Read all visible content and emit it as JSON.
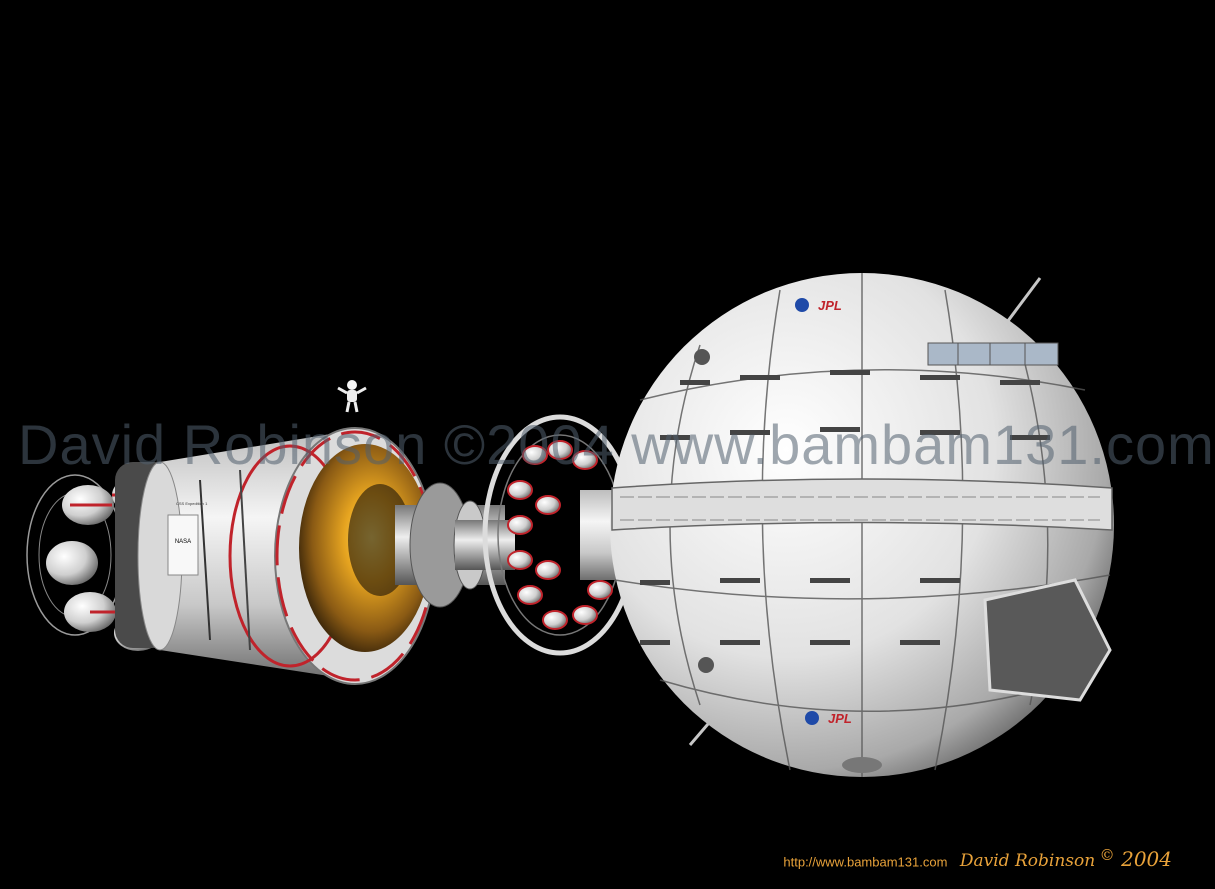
{
  "watermark": {
    "text": "David Robinson ©2004 www.bambam131.com"
  },
  "credit": {
    "url": "http://www.bambam131.com",
    "author": "David Robinson",
    "copyright": "©",
    "year": "2004"
  },
  "sphere_labels": {
    "agency1": "NASA",
    "agency2": "JPL"
  },
  "module_labels": {
    "agency": "NASA",
    "lab": "JPL",
    "banner": "CSS Expedition 1"
  },
  "colors": {
    "background": "#000000",
    "hull": "#e6e6e6",
    "accent_red": "#c0232b",
    "credit": "#e8a23a"
  }
}
